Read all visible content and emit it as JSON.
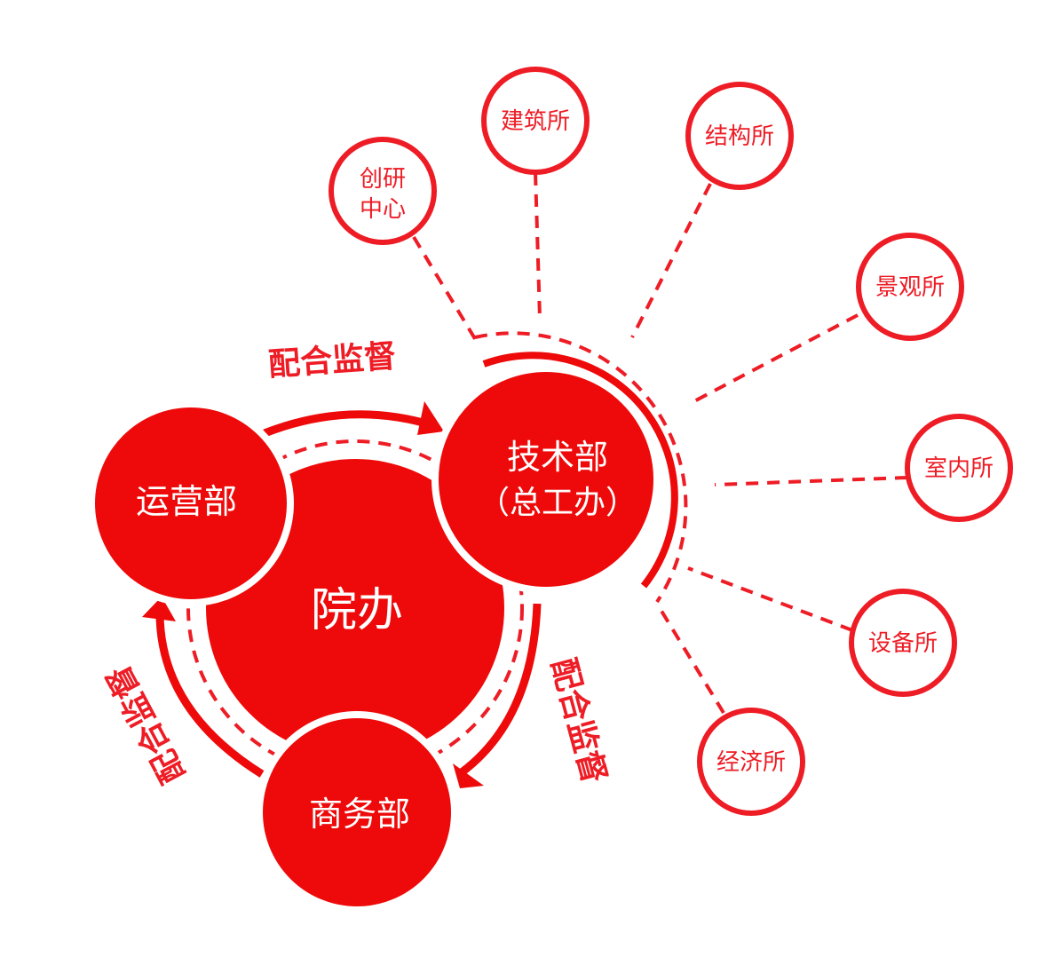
{
  "colors": {
    "accent": "#ee0a0a",
    "node_ring": "#ee1c25",
    "background": "#ffffff"
  },
  "center": {
    "label": "院办"
  },
  "departments": {
    "operations": {
      "label": "运营部"
    },
    "technical": {
      "line1": "技术部",
      "line2": "（总工办）"
    },
    "business": {
      "label": "商务部"
    }
  },
  "relations": {
    "top": "配合监督",
    "right": "配合监督",
    "left": "配合监督"
  },
  "institutes": {
    "chuangyan": {
      "line1": "创研",
      "line2": "中心"
    },
    "jianzhu": {
      "label": "建筑所"
    },
    "jiegou": {
      "label": "结构所"
    },
    "jingguan": {
      "label": "景观所"
    },
    "shinei": {
      "label": "室内所"
    },
    "shebei": {
      "label": "设备所"
    },
    "jingji": {
      "label": "经济所"
    }
  }
}
